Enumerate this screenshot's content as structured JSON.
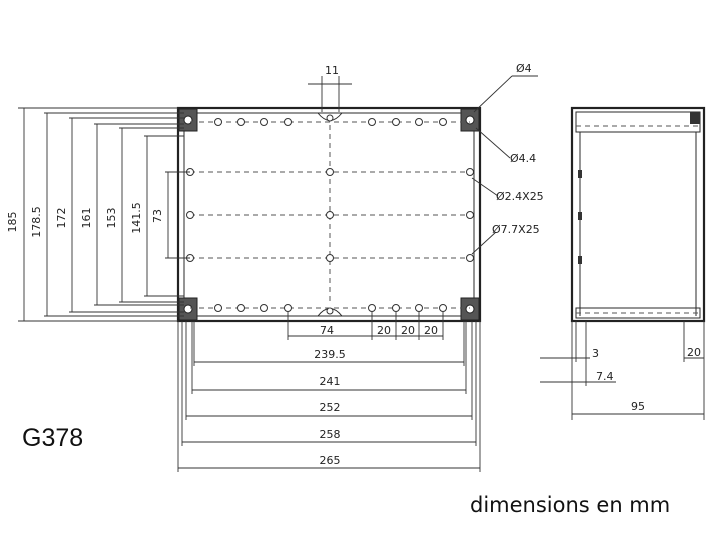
{
  "model": "G378",
  "units_note": "dimensions en mm",
  "front_view": {
    "width_dims": [
      "239.5",
      "241",
      "252",
      "258",
      "265"
    ],
    "height_dims": [
      "185",
      "178.5",
      "172",
      "161",
      "153",
      "141.5",
      "73"
    ],
    "top_dims": [
      "11"
    ],
    "bottom_dims": [
      "74",
      "20",
      "20",
      "20"
    ],
    "hole_labels": [
      "Ø4",
      "Ø4.4",
      "Ø2.4X25",
      "Ø7.7X25"
    ]
  },
  "side_view": {
    "dims": [
      "3",
      "7.4",
      "95",
      "20"
    ]
  }
}
